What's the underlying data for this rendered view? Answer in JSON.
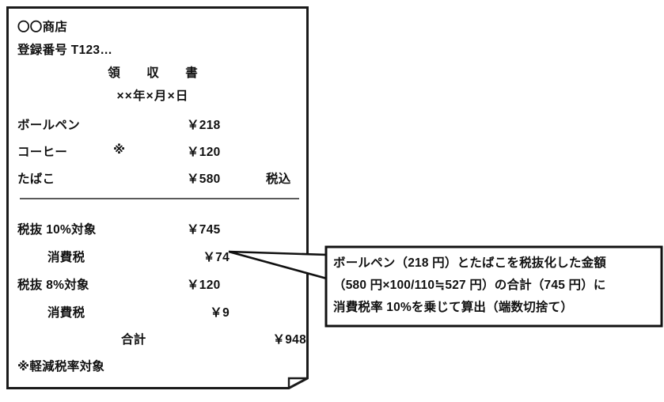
{
  "document": {
    "kind": "receipt-illustration",
    "colors": {
      "ink": "#111111",
      "border": "#1a1a1a",
      "divider": "#5a5a5a",
      "paper": "#ffffff"
    }
  },
  "receipt": {
    "shop_name": "〇〇商店",
    "registration_number": "登録番号 T123…",
    "title": "領　収　書",
    "date": "××年×月×日",
    "items": [
      {
        "name": "ボールペン",
        "mark": "",
        "price": "￥218",
        "note": ""
      },
      {
        "name": "コーヒー",
        "mark": "※",
        "price": "￥120",
        "note": ""
      },
      {
        "name": "たばこ",
        "mark": "",
        "price": "￥580",
        "note": "税込"
      }
    ],
    "summary": [
      {
        "label": "税抜 10%対象",
        "value": "￥745"
      },
      {
        "label": "消費税",
        "value": "￥74"
      },
      {
        "label": "税抜 8%対象",
        "value": "￥120"
      },
      {
        "label": "消費税",
        "value": "￥9"
      }
    ],
    "total": {
      "label": "合計",
      "value": "￥948"
    },
    "footnote": "※軽減税率対象"
  },
  "callout": {
    "target": "￥74",
    "text": "ボールペン（218 円）とたばこを税抜化した金額\n（580 円×100/110≒527 円）の合計（745 円）に\n消費税率 10%を乗じて算出（端数切捨て）",
    "lines": [
      "ボールペン（218 円）とたばこを税抜化した金額",
      "（580 円×100/110≒527 円）の合計（745 円）に",
      "消費税率 10%を乗じて算出（端数切捨て）"
    ]
  }
}
